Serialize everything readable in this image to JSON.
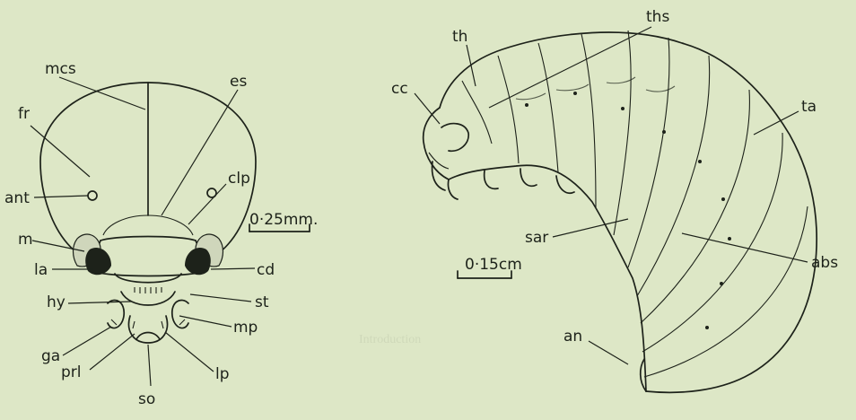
{
  "head_labels": {
    "mcs": "mcs",
    "fr": "fr",
    "es": "es",
    "ant": "ant",
    "clp": "clp",
    "m": "m",
    "la": "la",
    "cd": "cd",
    "hy": "hy",
    "st": "st",
    "mp": "mp",
    "ga": "ga",
    "prl": "prl",
    "lp": "lp",
    "so": "so"
  },
  "head_scale": "0·25mm.",
  "larva_labels": {
    "ths": "ths",
    "th": "th",
    "cc": "cc",
    "ta": "ta",
    "sar": "sar",
    "abs": "abs",
    "an": "an"
  },
  "larva_scale": "0·15cm",
  "background_text": {
    "heading": "Introduction"
  }
}
